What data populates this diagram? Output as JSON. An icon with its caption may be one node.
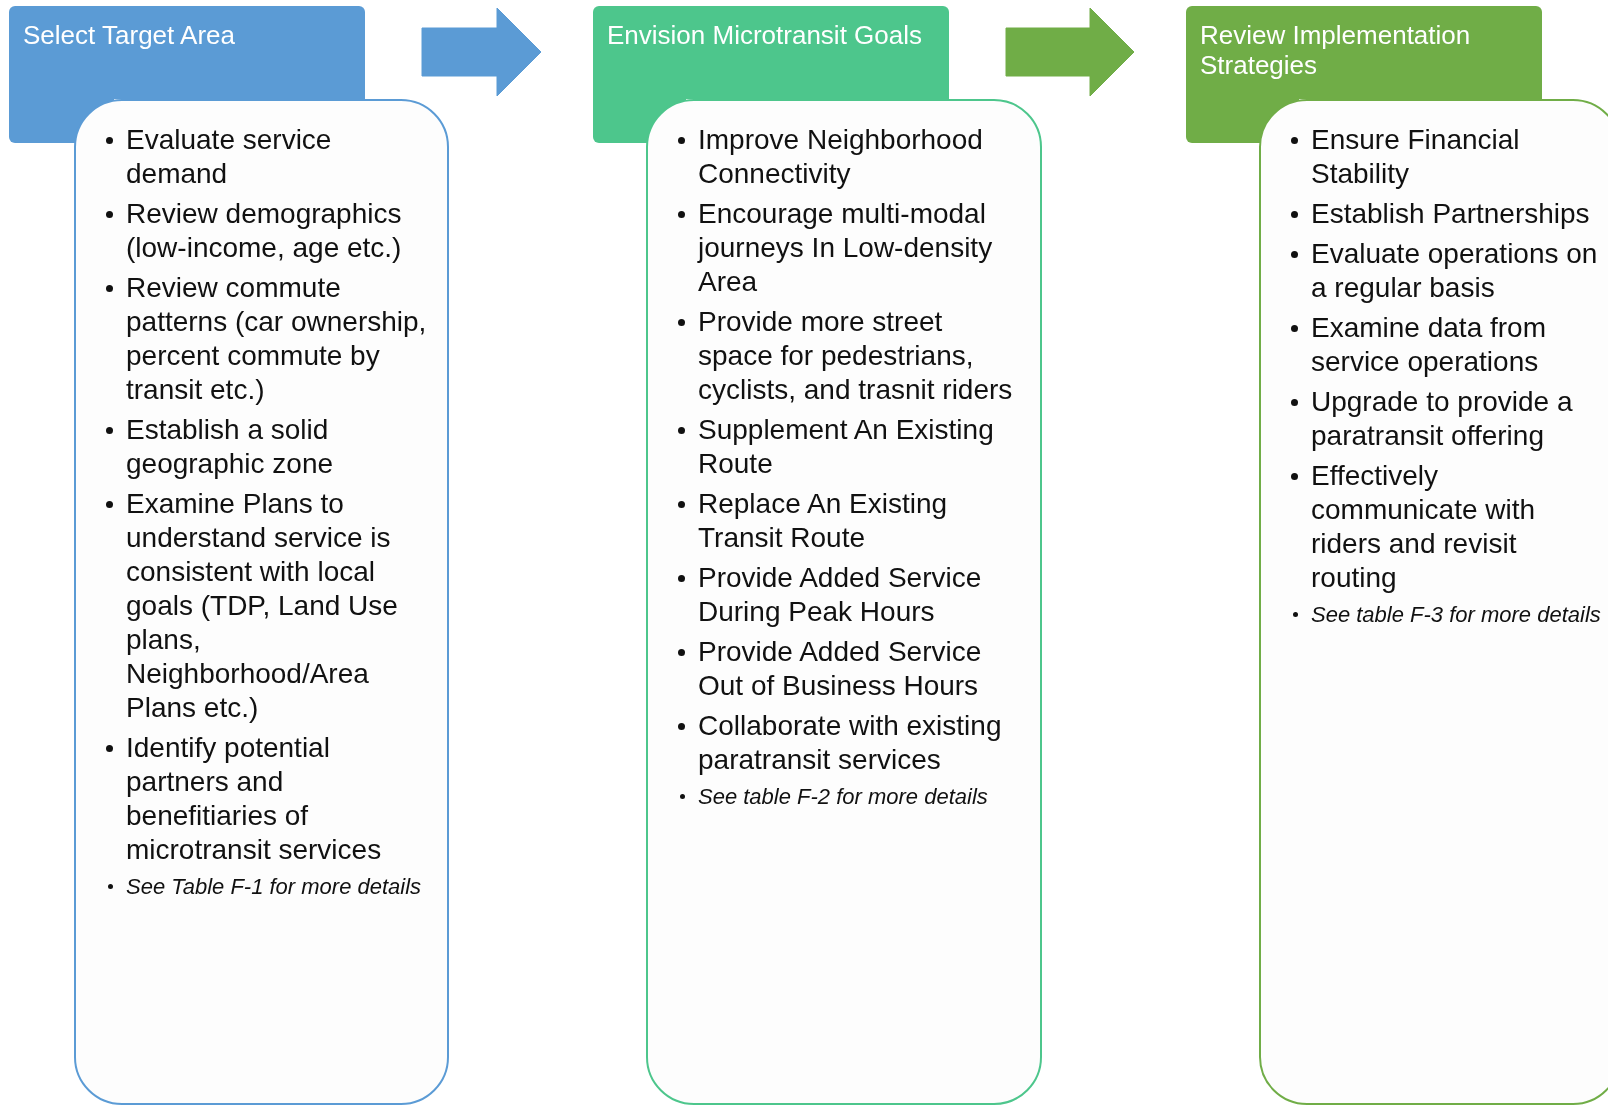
{
  "diagram": {
    "nodes": [
      {
        "text": [
          "Select Target Area"
        ]
      },
      {
        "text": [
          "Evaluate service demand",
          "Review demographics (low-income, age etc.)",
          "Review commute patterns (car ownership, percent commute by transit etc.)",
          "Establish a solid geographic zone",
          "Examine Plans to understand service is consistent with local goals (TDP, Land Use plans, Neighborhood/Area Plans etc.)",
          "Identify potential partners and benefitiaries of microtransit services",
          "See Table F-1 for more details"
        ]
      },
      {
        "text": [
          "Envision Microtransit Goals"
        ]
      },
      {
        "text": [
          "Improve Neighborhood Connectivity",
          "Encourage multi-modal journeys In Low-density Area",
          "Provide more street space for pedestrians, cyclists, and trasnit riders",
          "Supplement An Existing Route",
          "Replace An Existing Transit Route",
          "Provide Added Service During Peak Hours",
          "Provide Added Service Out of Business Hours",
          "Collaborate with existing paratransit services",
          "See table F-2 for more details"
        ]
      },
      {
        "text": [
          "Review Implementation Strategies"
        ]
      },
      {
        "text": [
          "Ensure Financial Stability",
          "Establish Partnerships",
          "Evaluate operations on a regular basis",
          "Examine data from service operations",
          "Upgrade to provide a paratransit offering",
          "Effectively communicate with riders and revisit routing",
          "See table F-3 for more details"
        ]
      }
    ],
    "edges": [
      {
        "from": 0,
        "to": 2,
        "arrow": "to",
        "style": "thick",
        "color": "#5b9bd5"
      },
      {
        "from": 2,
        "to": 4,
        "arrow": "to",
        "style": "thick",
        "color": "#70ad47"
      }
    ]
  }
}
